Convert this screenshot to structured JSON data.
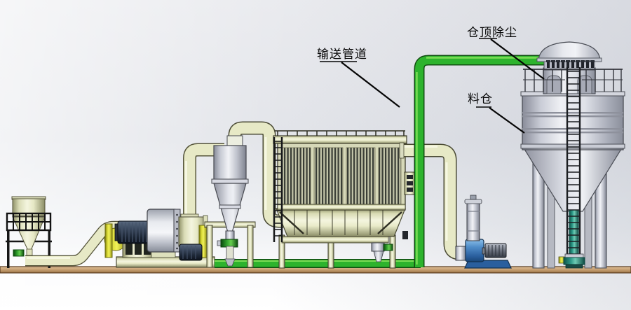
{
  "labels": {
    "conveying_pipeline": "输送管道",
    "silo_top_dust_collector": "仓顶除尘",
    "material_silo": "料仓"
  },
  "equipment_names": [
    "feed-hopper",
    "feed-duct",
    "mill-with-motor",
    "cyclone-separator",
    "baghouse-filter",
    "screw-conveyor",
    "conveying-pipeline",
    "clean-air-duct",
    "roots-blower",
    "storage-silo",
    "silo-top-dust-collector",
    "silo-discharge-valve"
  ],
  "colors": {
    "pipe_green": "#2db32d",
    "equipment_cream": "#e9ebc9",
    "steel_silver": "#d9dbe3",
    "blower_blue": "#3f7fc0",
    "valve_teal": "#37a593",
    "accent_yellow": "#e8e83a",
    "ground_tan": "#c49e70",
    "label_color": "#060606"
  }
}
